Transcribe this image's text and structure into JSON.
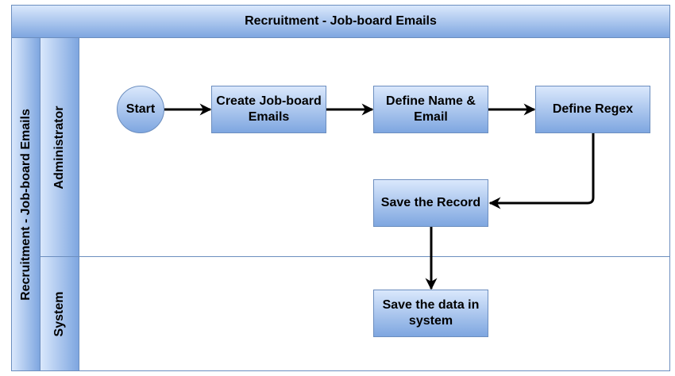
{
  "pool": {
    "title": "Recruitment - Job-board Emails",
    "side_label": "Recruitment - Job-board Emails"
  },
  "lanes": {
    "administrator": "Administrator",
    "system": "System"
  },
  "nodes": {
    "start": "Start",
    "create": "Create Job-board Emails",
    "define_name": "Define Name & Email",
    "define_regex": "Define Regex",
    "save_record": "Save the Record",
    "save_system": "Save the data in system"
  },
  "colors": {
    "fill_top": "#dae8fc",
    "fill_bottom": "#7ea6e0",
    "stroke": "#6c8ebf",
    "edge": "#000000"
  }
}
